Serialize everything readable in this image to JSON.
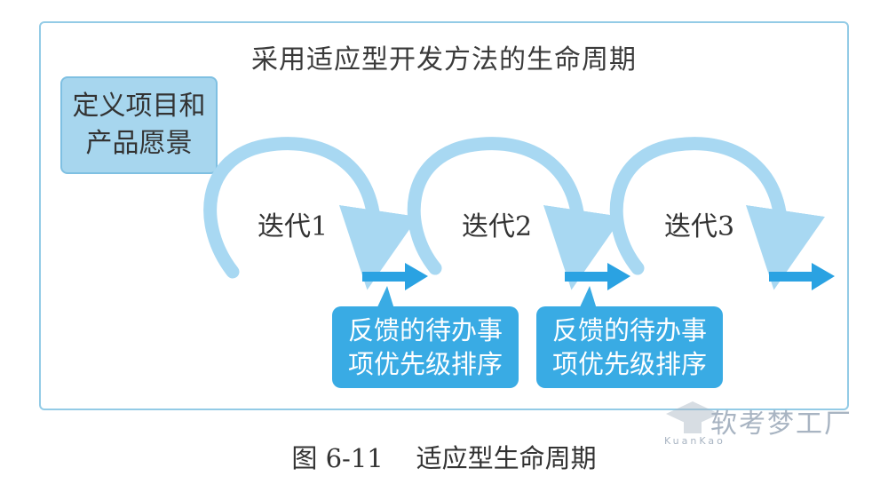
{
  "title": "采用适应型开发方法的生命周期",
  "vision": {
    "line1": "定义项目和",
    "line2": "产品愿景"
  },
  "iterations": [
    {
      "label": "迭代1"
    },
    {
      "label": "迭代2"
    },
    {
      "label": "迭代3"
    }
  ],
  "backlog_boxes": [
    {
      "line1": "反馈的待办事",
      "line2": "项优先级排序"
    },
    {
      "line1": "反馈的待办事",
      "line2": "项优先级排序"
    }
  ],
  "caption": "图 6-11    适应型生命周期",
  "watermark": {
    "text": "软考梦工厂",
    "sub": "KuanKao"
  },
  "colors": {
    "frame": "#93cbe6",
    "vision_fill": "#a7d6ee",
    "arc": "#a8d8f2",
    "arrow": "#2aa2e2",
    "backlog_fill": "#39abe4"
  }
}
